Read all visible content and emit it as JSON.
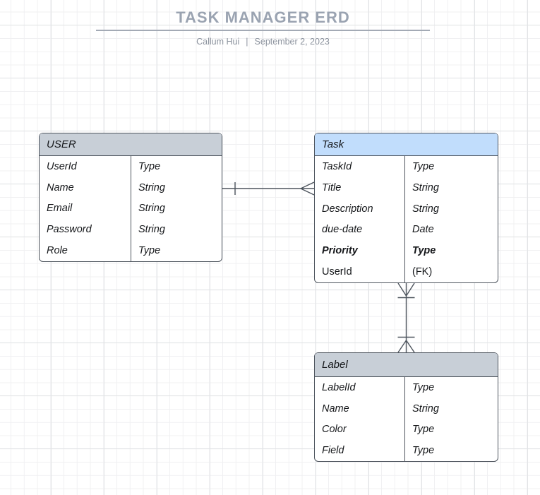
{
  "header": {
    "title": "TASK MANAGER ERD",
    "byline": {
      "author": "Callum Hui",
      "separator": "|",
      "date": "September 2, 2023"
    }
  },
  "colors": {
    "user_header_bg": "#c8cfd7",
    "task_header_bg": "#c1ddfc",
    "label_header_bg": "#c8cfd7",
    "entity_border": "#4d545d",
    "connector": "#4d545d",
    "title": "#9aa3b1",
    "byline": "#8c939e"
  },
  "entities": [
    {
      "name": "USER",
      "rows": [
        {
          "field": "UserId",
          "type": "Type",
          "style": "italic"
        },
        {
          "field": "Name",
          "type": "String",
          "style": "italic"
        },
        {
          "field": "Email",
          "type": "String",
          "style": "italic"
        },
        {
          "field": "Password",
          "type": "String",
          "style": "italic"
        },
        {
          "field": "Role",
          "type": "Type",
          "style": "italic"
        }
      ]
    },
    {
      "name": "Task",
      "rows": [
        {
          "field": "TaskId",
          "type": "Type",
          "style": "italic"
        },
        {
          "field": "Title",
          "type": "String",
          "style": "italic"
        },
        {
          "field": "Description",
          "type": "String",
          "style": "italic"
        },
        {
          "field": "due-date",
          "type": "Date",
          "style": "italic"
        },
        {
          "field": "Priority",
          "type": "Type",
          "style": "italic-bold"
        },
        {
          "field": "UserId",
          "type": "(FK)",
          "style": "normal"
        }
      ]
    },
    {
      "name": "Label",
      "rows": [
        {
          "field": "LabelId",
          "type": "Type",
          "style": "italic"
        },
        {
          "field": "Name",
          "type": "String",
          "style": "italic"
        },
        {
          "field": "Color",
          "type": "Type",
          "style": "italic"
        },
        {
          "field": "Field",
          "type": "Type",
          "style": "italic"
        }
      ]
    }
  ],
  "relationships": [
    {
      "from_entity": "USER",
      "to_entity": "Task",
      "from_cardinality": "one",
      "to_cardinality": "many",
      "notation": "crow-foot"
    },
    {
      "from_entity": "Task",
      "to_entity": "Label",
      "from_cardinality": "one-or-many",
      "to_cardinality": "one-or-many",
      "notation": "crow-foot"
    }
  ]
}
